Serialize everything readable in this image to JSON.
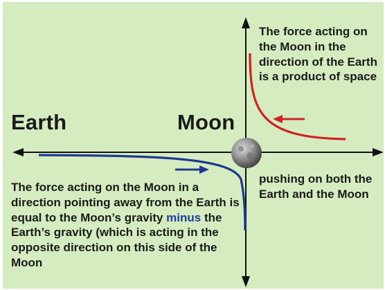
{
  "labels": {
    "earth": "Earth",
    "moon": "Moon"
  },
  "text_blocks": {
    "space_force": "The force acting on the Moon in the direction of the Earth is a product of space",
    "pushing": "pushing on both the Earth and the Moon",
    "away_force_before": "The force acting on the Moon in a direction pointing away from the Earth is equal to the Moon’s gravity ",
    "away_force_highlight": "minus",
    "away_force_after": " the Earth’s gravity (which is acting in the opposite direction on this side of the Moon"
  },
  "colors": {
    "background": "#d4ecc0",
    "axis": "#111111",
    "red_curve": "#d42020",
    "blue_curve": "#1e3a8f",
    "highlight": "#1e3da6",
    "text": "#1a1a1a"
  }
}
